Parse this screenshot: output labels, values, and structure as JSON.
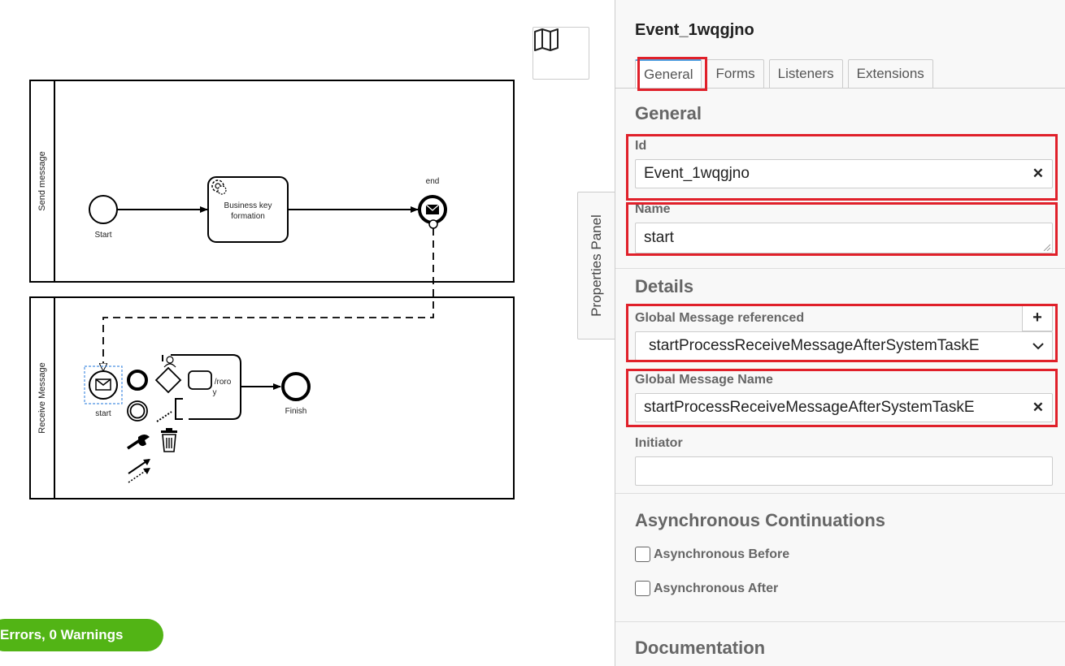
{
  "diagram": {
    "lanes": [
      {
        "label": "Send message"
      },
      {
        "label": "Receive Message"
      }
    ],
    "elements": {
      "start_label": "Start",
      "task_label_line1": "Business key",
      "task_label_line2": "formation",
      "end_label": "end",
      "start2_label": "start",
      "finish_label": "Finish",
      "partial_task_line1": "/roro",
      "partial_task_line2": "y"
    },
    "context_pad_icons": [
      "end-event-icon",
      "gateway-icon",
      "task-icon",
      "intermediate-event-icon",
      "text-annotation-icon",
      "wrench-icon",
      "trash-icon",
      "connect-icon"
    ]
  },
  "minimap": {
    "icon": "map-icon"
  },
  "lint": {
    "label": "Errors, 0 Warnings",
    "color": "#52b415"
  },
  "panel_toggle": {
    "label": "Properties Panel"
  },
  "properties": {
    "title": "Event_1wqgjno",
    "tabs": [
      {
        "label": "General",
        "active": true
      },
      {
        "label": "Forms"
      },
      {
        "label": "Listeners"
      },
      {
        "label": "Extensions"
      }
    ],
    "general": {
      "section_title": "General",
      "id_label": "Id",
      "id_value": "Event_1wqgjno",
      "name_label": "Name",
      "name_value": "start"
    },
    "details": {
      "section_title": "Details",
      "msg_ref_label": "Global Message referenced",
      "msg_ref_value": "startProcessReceiveMessageAfterSystemTaskE",
      "msg_name_label": "Global Message Name",
      "msg_name_value": "startProcessReceiveMessageAfterSystemTaskE",
      "initiator_label": "Initiator",
      "initiator_value": ""
    },
    "async": {
      "section_title": "Asynchronous Continuations",
      "before_label": "Asynchronous Before",
      "before_checked": false,
      "after_label": "Asynchronous After",
      "after_checked": false
    },
    "documentation": {
      "section_title": "Documentation"
    },
    "highlight_color": "#e0202a"
  }
}
